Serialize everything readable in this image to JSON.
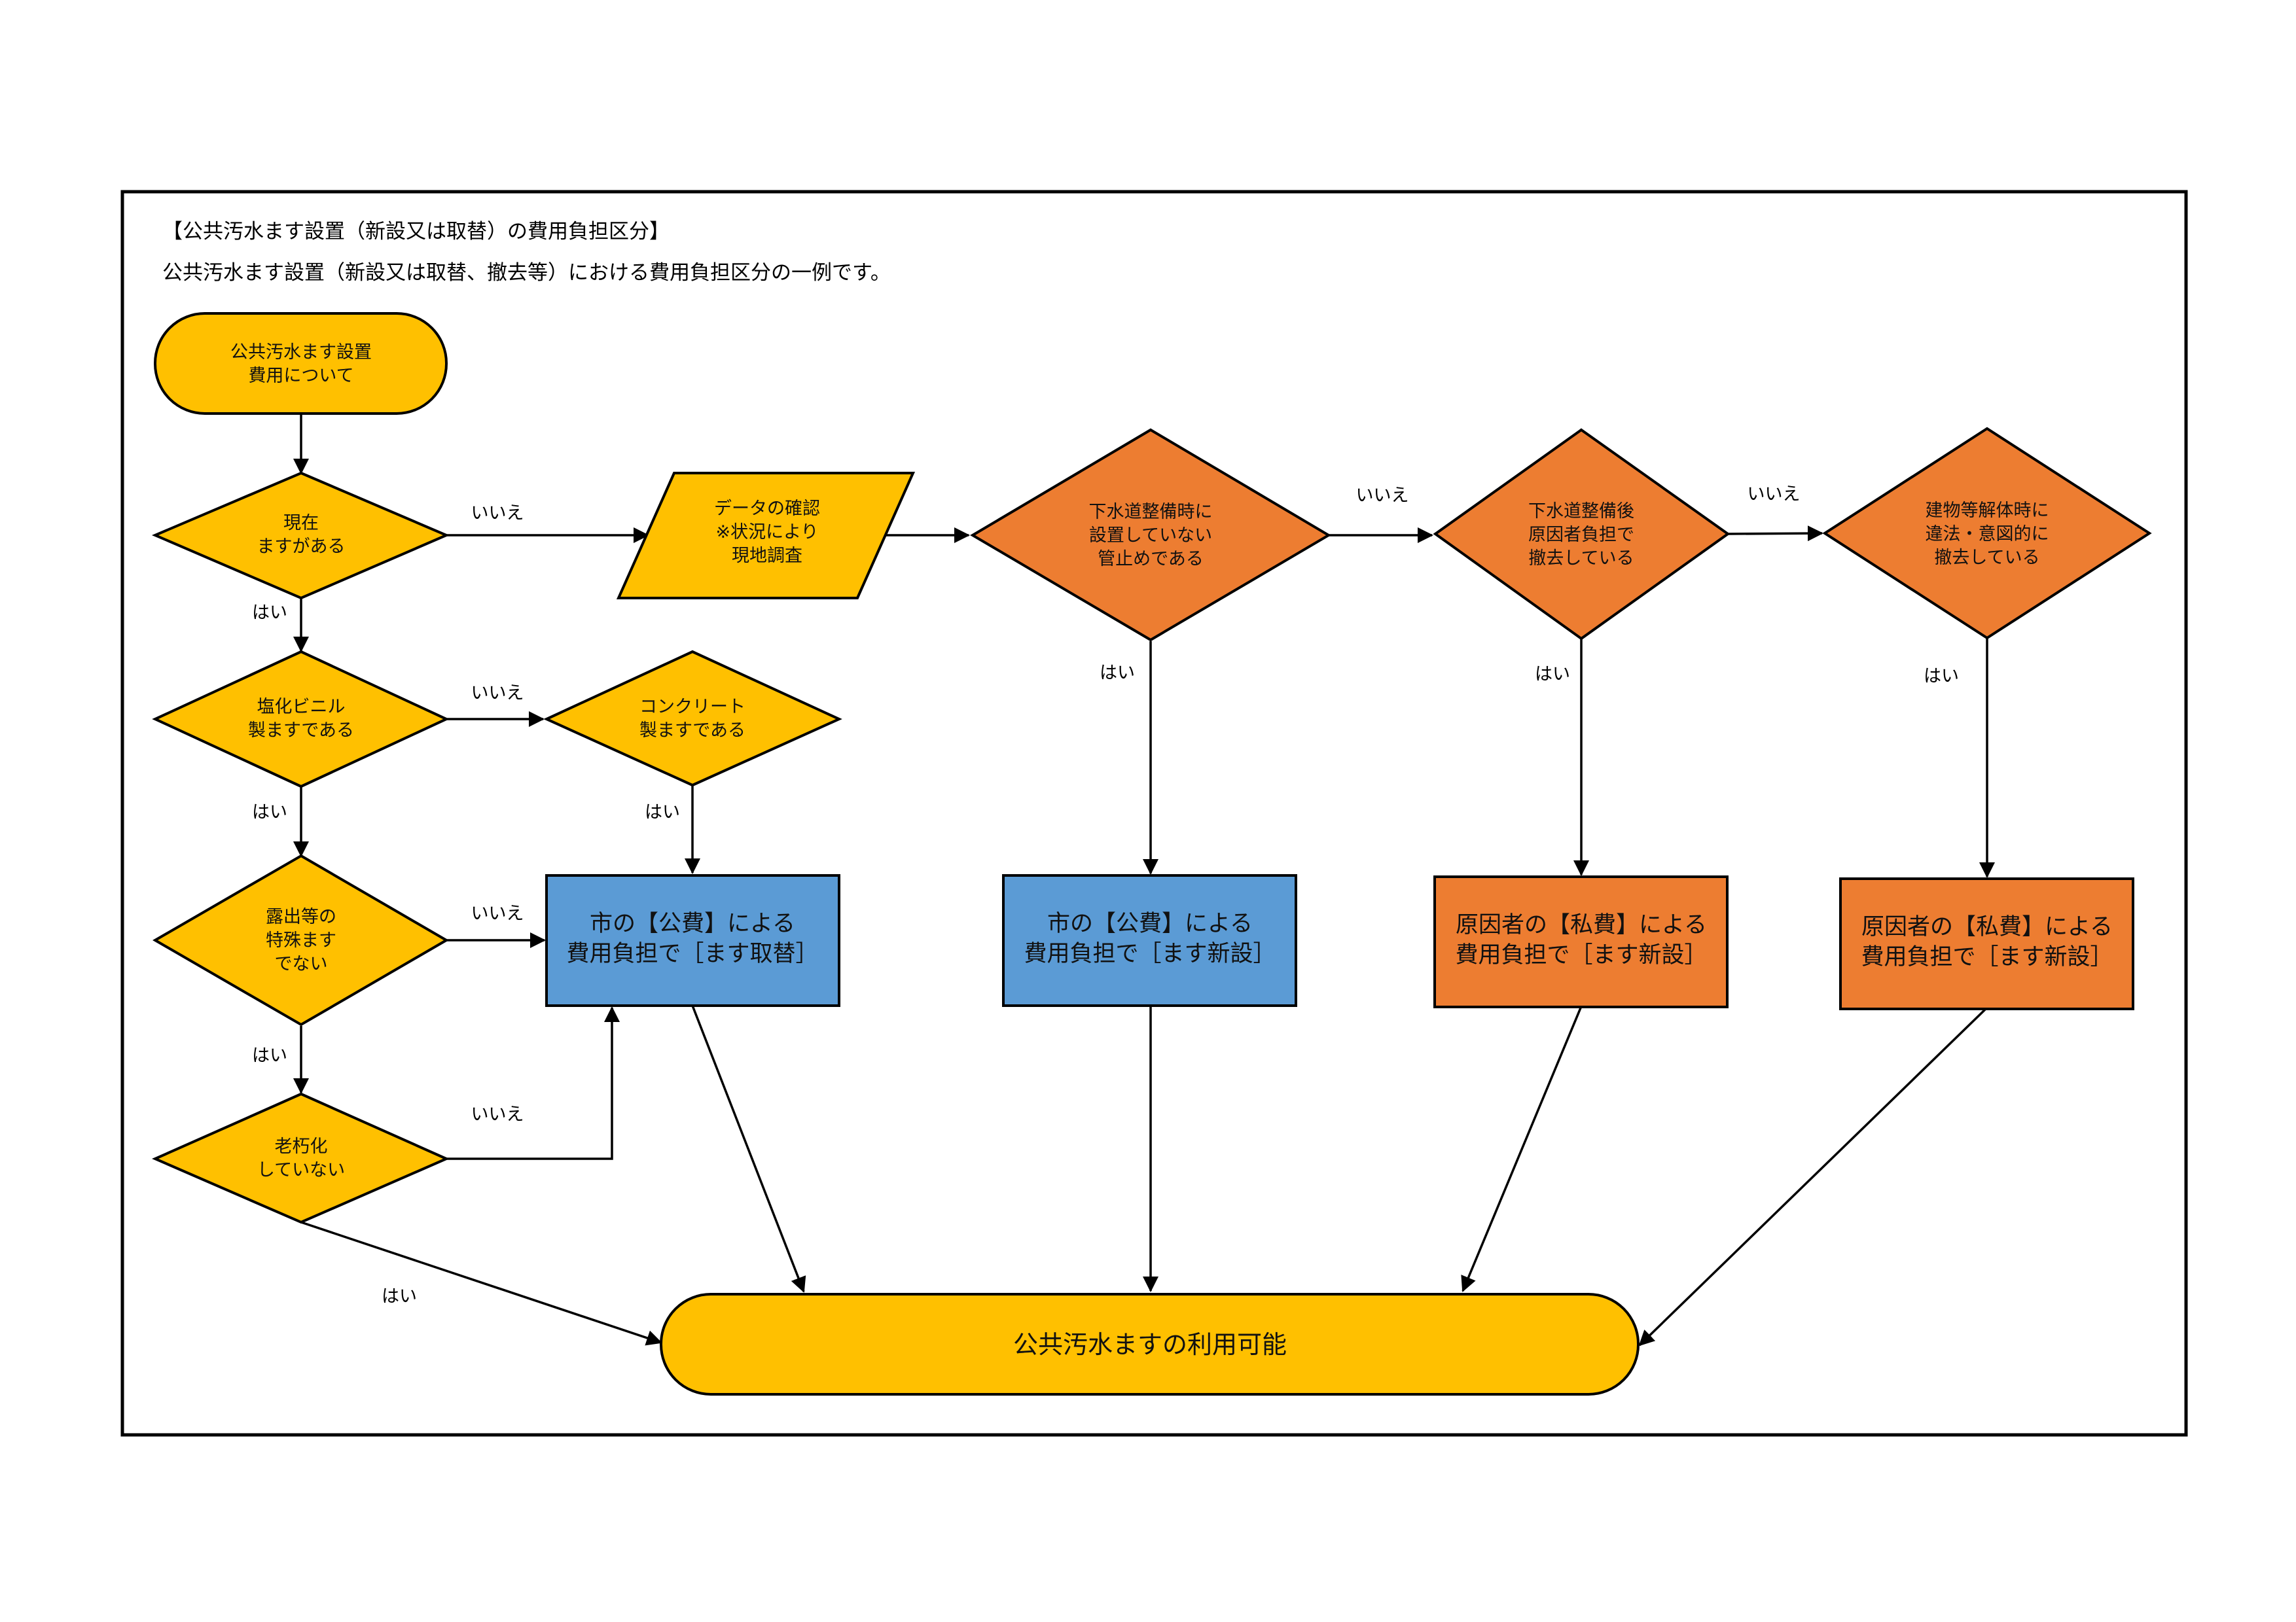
{
  "header": {
    "title": "【公共汚水ます設置（新設又は取替）の費用負担区分】",
    "subtitle": "公共汚水ます設置（新設又は取替、撤去等）における費用負担区分の一例です。"
  },
  "colors": {
    "yellow": "#FFC000",
    "orange": "#ED7D31",
    "blue": "#5B9BD5",
    "stroke": "#000000"
  },
  "nodes": {
    "start": [
      "公共汚水ます設置",
      "費用について"
    ],
    "q_exists": [
      "現在",
      "ますがある"
    ],
    "data_check": [
      "データの確認",
      "※状況により",
      "現地調査"
    ],
    "q_not_installed": [
      "下水道整備時に",
      "設置していない",
      "管止めである"
    ],
    "q_removed_after": [
      "下水道整備後",
      "原因者負担で",
      "撤去している"
    ],
    "q_illegal": [
      "建物等解体時に",
      "違法・意図的に",
      "撤去している"
    ],
    "q_pvc": [
      "塩化ビニル",
      "製ますである"
    ],
    "q_concrete": [
      "コンクリート",
      "製ますである"
    ],
    "q_special": [
      "露出等の",
      "特殊ます",
      "でない"
    ],
    "q_aged": [
      "老朽化",
      "していない"
    ],
    "box_city_replace": [
      "市の【公費】による",
      "費用負担で［ます取替］"
    ],
    "box_city_new": [
      "市の【公費】による",
      "費用負担で［ます新設］"
    ],
    "box_private_new_1": [
      "原因者の【私費】による",
      "費用負担で［ます新設］"
    ],
    "box_private_new_2": [
      "原因者の【私費】による",
      "費用負担で［ます新設］"
    ],
    "end": "公共汚水ますの利用可能"
  },
  "labels": {
    "yes": "はい",
    "no": "いいえ"
  }
}
